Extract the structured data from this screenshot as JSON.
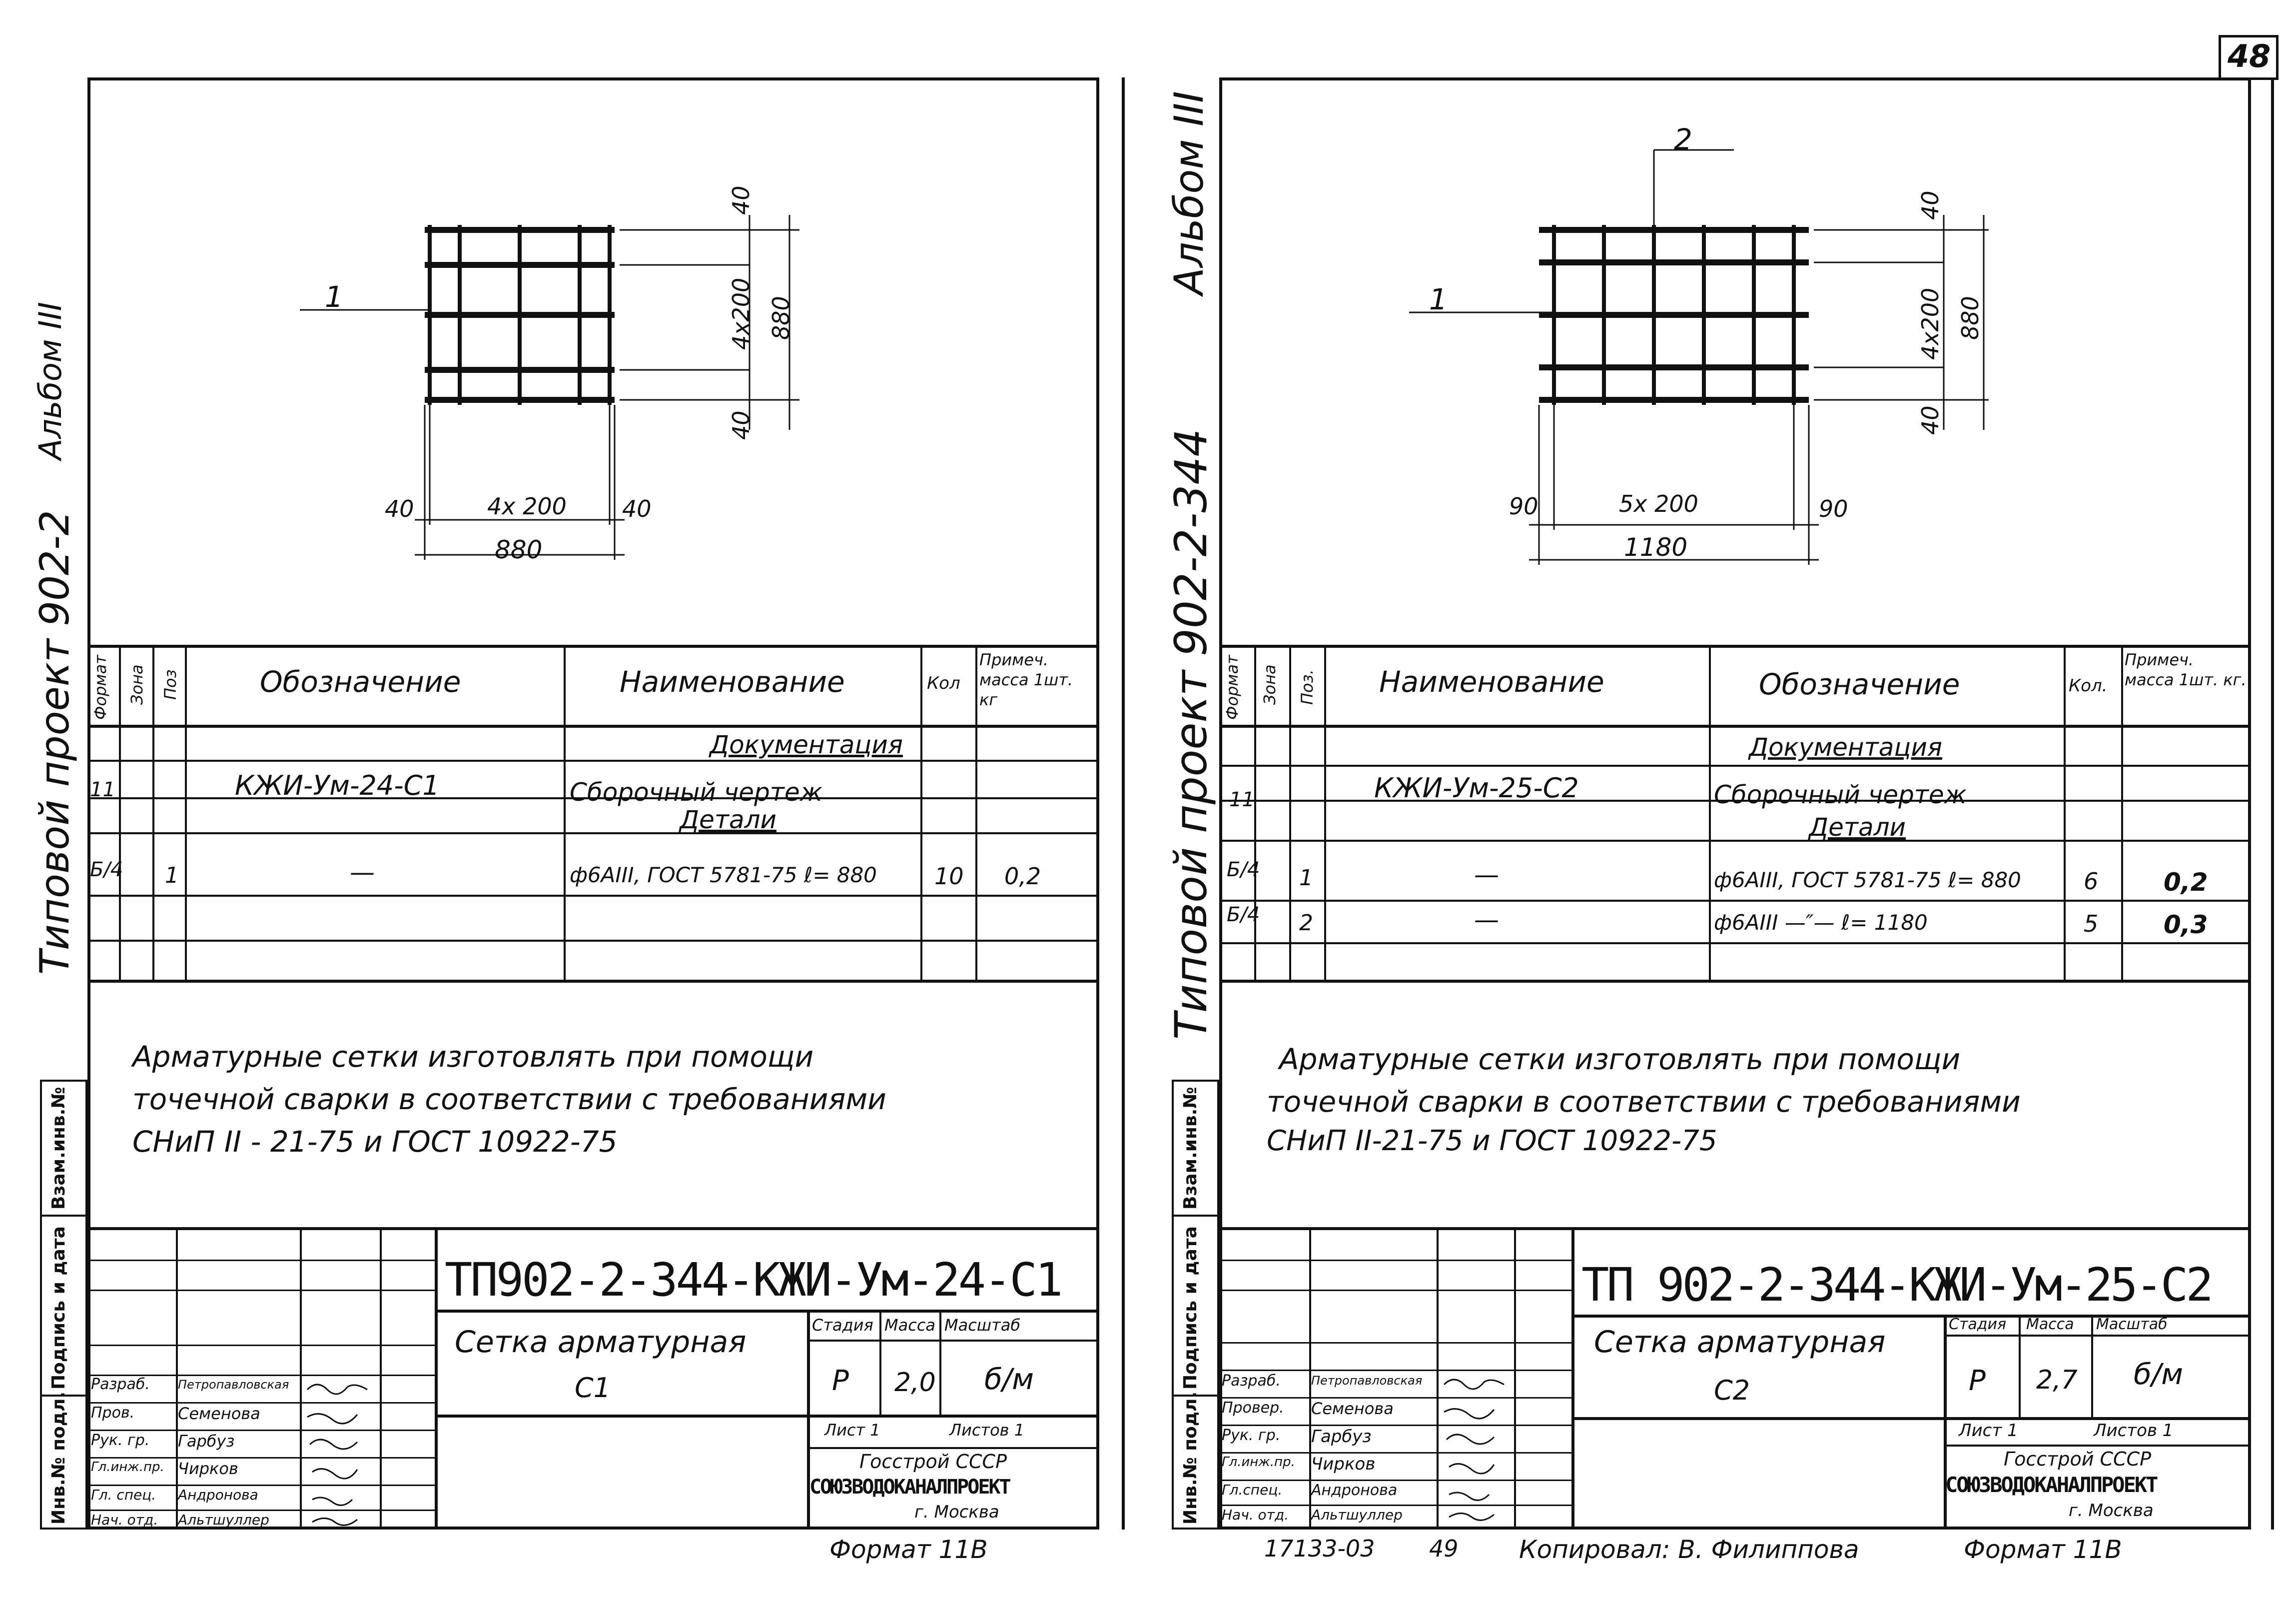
{
  "page_number": "48",
  "left": {
    "side_album": "Альбом III",
    "side_project": "Типовой проект 902-2",
    "side_stamp": [
      "Инв.№ подл.",
      "Подпись и дата",
      "Взам.инв.№"
    ],
    "drawing": {
      "pos1": "1",
      "dim_top_40": "40",
      "dim_4x200_v": "4x200",
      "dim_880_v": "880",
      "dim_bot_40": "40",
      "dim_left_40": "40",
      "dim_4x200_h": "4x 200",
      "dim_right_40": "40",
      "dim_880_h": "880"
    },
    "spec": {
      "headers": [
        "Формат",
        "Зона",
        "Поз",
        "Обозначение",
        "Наименование",
        "Кол",
        "Примеч. масса 1шт. кг"
      ],
      "section_docs": "Документация",
      "row_doc": {
        "format": "11",
        "designation": "КЖИ-Ум-24-С1",
        "name": "Сборочный чертеж"
      },
      "section_parts": "Детали",
      "row_part": {
        "format": "Б/4",
        "pos": "1",
        "designation": "—",
        "name": "ф6АIII, ГОСТ 5781-75 ℓ= 880",
        "qty": "10",
        "mass": "0,2"
      }
    },
    "note": [
      "Арматурные сетки изготовлять при помощи",
      "точечной сварки в соответствии с требованиями",
      "СНиП II - 21-75 и ГОСТ 10922-75"
    ],
    "title_block": {
      "code": "ТП902-2-344-КЖИ-Ум-24-С1",
      "name_line1": "Сетка арматурная",
      "name_line2": "С1",
      "stage_label": "Стадия",
      "mass_label": "Масса",
      "scale_label": "Масштаб",
      "stage": "Р",
      "mass": "2,0",
      "scale": "б/м",
      "sheet": "Лист 1",
      "sheets": "Листов 1",
      "org1": "Госстрой СССР",
      "org2": "СОЮЗВОДОКАНАЛПРОЕКТ",
      "org3": "г. Москва",
      "roles": [
        "Разраб.",
        "Пров.",
        "Рук. гр.",
        "Гл.инж.пр.",
        "Гл. спец.",
        "Нач. отд."
      ],
      "names": [
        "Петропавловская",
        "Семенова",
        "Гарбуз",
        "Чирков",
        "Андронова",
        "Альтшуллер"
      ]
    },
    "format": "Формат 11В"
  },
  "right": {
    "side_album": "Альбом III",
    "side_project": "Типовой проект 902-2-344",
    "side_stamp": [
      "Инв.№ подл.",
      "Подпись и дата",
      "Взам.инв.№"
    ],
    "drawing": {
      "pos1": "1",
      "pos2": "2",
      "dim_top_40": "40",
      "dim_4x200_v": "4x200",
      "dim_880_v": "880",
      "dim_bot_40": "40",
      "dim_left_90": "90",
      "dim_5x200_h": "5x 200",
      "dim_right_90": "90",
      "dim_1180_h": "1180"
    },
    "spec": {
      "headers": [
        "Формат",
        "Зона",
        "Поз.",
        "Наименование",
        "Обозначение",
        "Кол.",
        "Примеч. масса 1шт. кг."
      ],
      "section_docs": "Документация",
      "row_doc": {
        "format": "11",
        "designation": "КЖИ-Ум-25-С2",
        "name": "Сборочный чертеж"
      },
      "section_parts": "Детали",
      "rows_parts": [
        {
          "format": "Б/4",
          "pos": "1",
          "designation": "—",
          "name": "ф6АIII, ГОСТ 5781-75 ℓ= 880",
          "qty": "6",
          "mass": "0,2"
        },
        {
          "format": "Б/4",
          "pos": "2",
          "designation": "—",
          "name": "ф6АIII  —″—  ℓ= 1180",
          "qty": "5",
          "mass": "0,3"
        }
      ]
    },
    "note": [
      "Арматурные сетки изготовлять при помощи",
      "точечной сварки в соответствии с требованиями",
      "СНиП II-21-75 и ГОСТ 10922-75"
    ],
    "title_block": {
      "code": "ТП 902-2-344-КЖИ-Ум-25-С2",
      "name_line1": "Сетка арматурная",
      "name_line2": "С2",
      "stage_label": "Стадия",
      "mass_label": "Масса",
      "scale_label": "Масштаб",
      "stage": "Р",
      "mass": "2,7",
      "scale": "б/м",
      "sheet": "Лист 1",
      "sheets": "Листов 1",
      "org1": "Госстрой СССР",
      "org2": "СОЮЗВОДОКАНАЛПРОЕКТ",
      "org3": "г. Москва",
      "roles": [
        "Разраб.",
        "Провер.",
        "Рук. гр.",
        "Гл.инж.пр.",
        "Гл.спец.",
        "Нач. отд."
      ],
      "names": [
        "Петропавловская",
        "Семенова",
        "Гарбуз",
        "Чирков",
        "Андронова",
        "Альтшуллер"
      ]
    },
    "footer_num": "17133-03",
    "footer_page": "49",
    "copied_by": "Копировал: В. Филиппова",
    "format": "Формат 11В"
  }
}
